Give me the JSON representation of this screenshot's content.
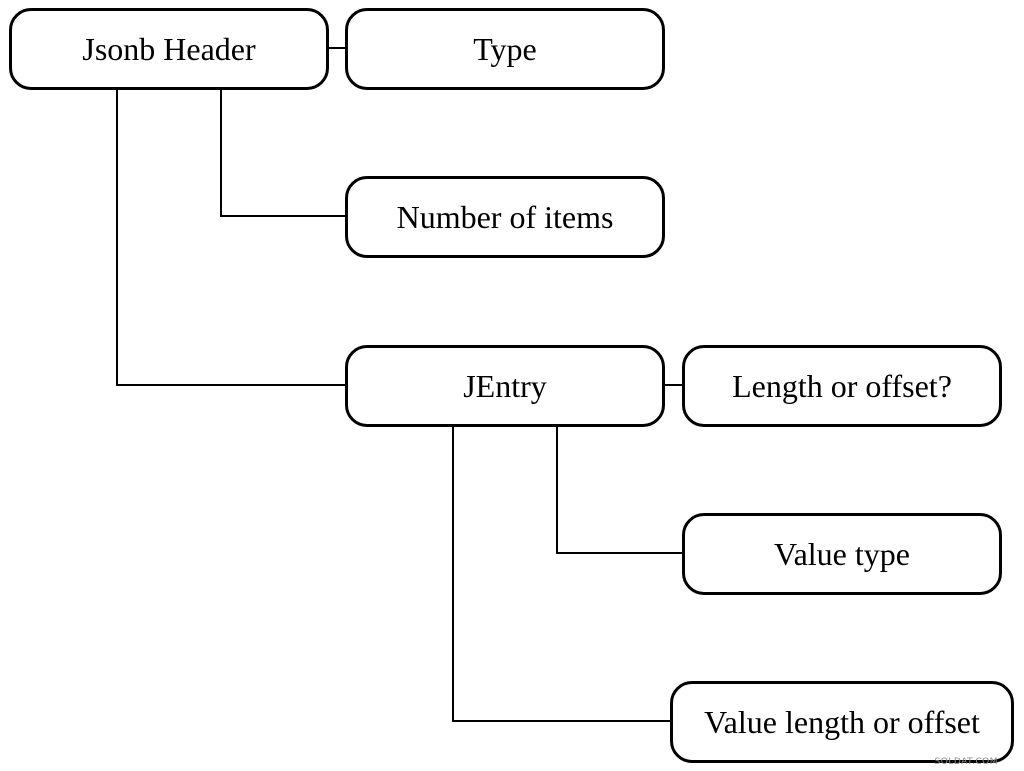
{
  "nodes": {
    "jsonb_header": "Jsonb Header",
    "type": "Type",
    "number_of_items": "Number of items",
    "jentry": "JEntry",
    "length_or_offset": "Length or offset?",
    "value_type": "Value type",
    "value_length_or_offset": "Value length or offset"
  },
  "watermark": "SOLDAT.COM",
  "colors": {
    "stroke": "#000000",
    "background": "#ffffff"
  }
}
